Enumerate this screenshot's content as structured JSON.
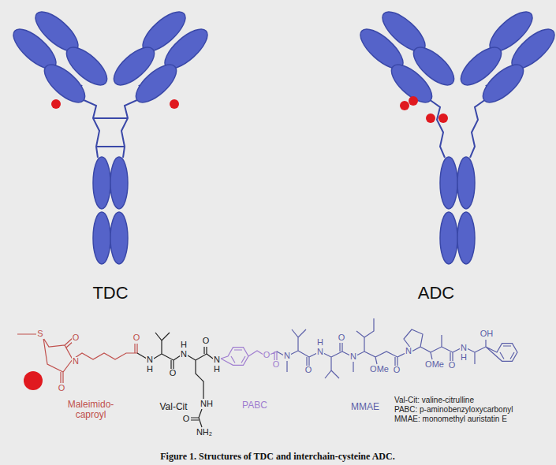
{
  "diagram": {
    "caption": "Figure 1. Structures of TDC and interchain-cysteine ADC.",
    "labels": [
      "TDC",
      "ADC",
      "S",
      "O",
      "N",
      "O",
      "O",
      "N",
      "H",
      "O",
      "N",
      "H",
      "NH",
      "O",
      "NH₂",
      "O",
      "N",
      "H",
      "O",
      "O",
      "N",
      "O",
      "N",
      "H",
      "O",
      "N",
      "OMe",
      "O",
      "N",
      "OMe",
      "O",
      "N",
      "H",
      "OH",
      "Maleimido-caproyl",
      "Val-Cit",
      "PABC",
      "MMAE",
      "Val-Cit: valine-citrulline",
      "PABC: p-aminobenzyloxycarbonyl",
      "MMAE: monomethyl auristatin E"
    ]
  }
}
